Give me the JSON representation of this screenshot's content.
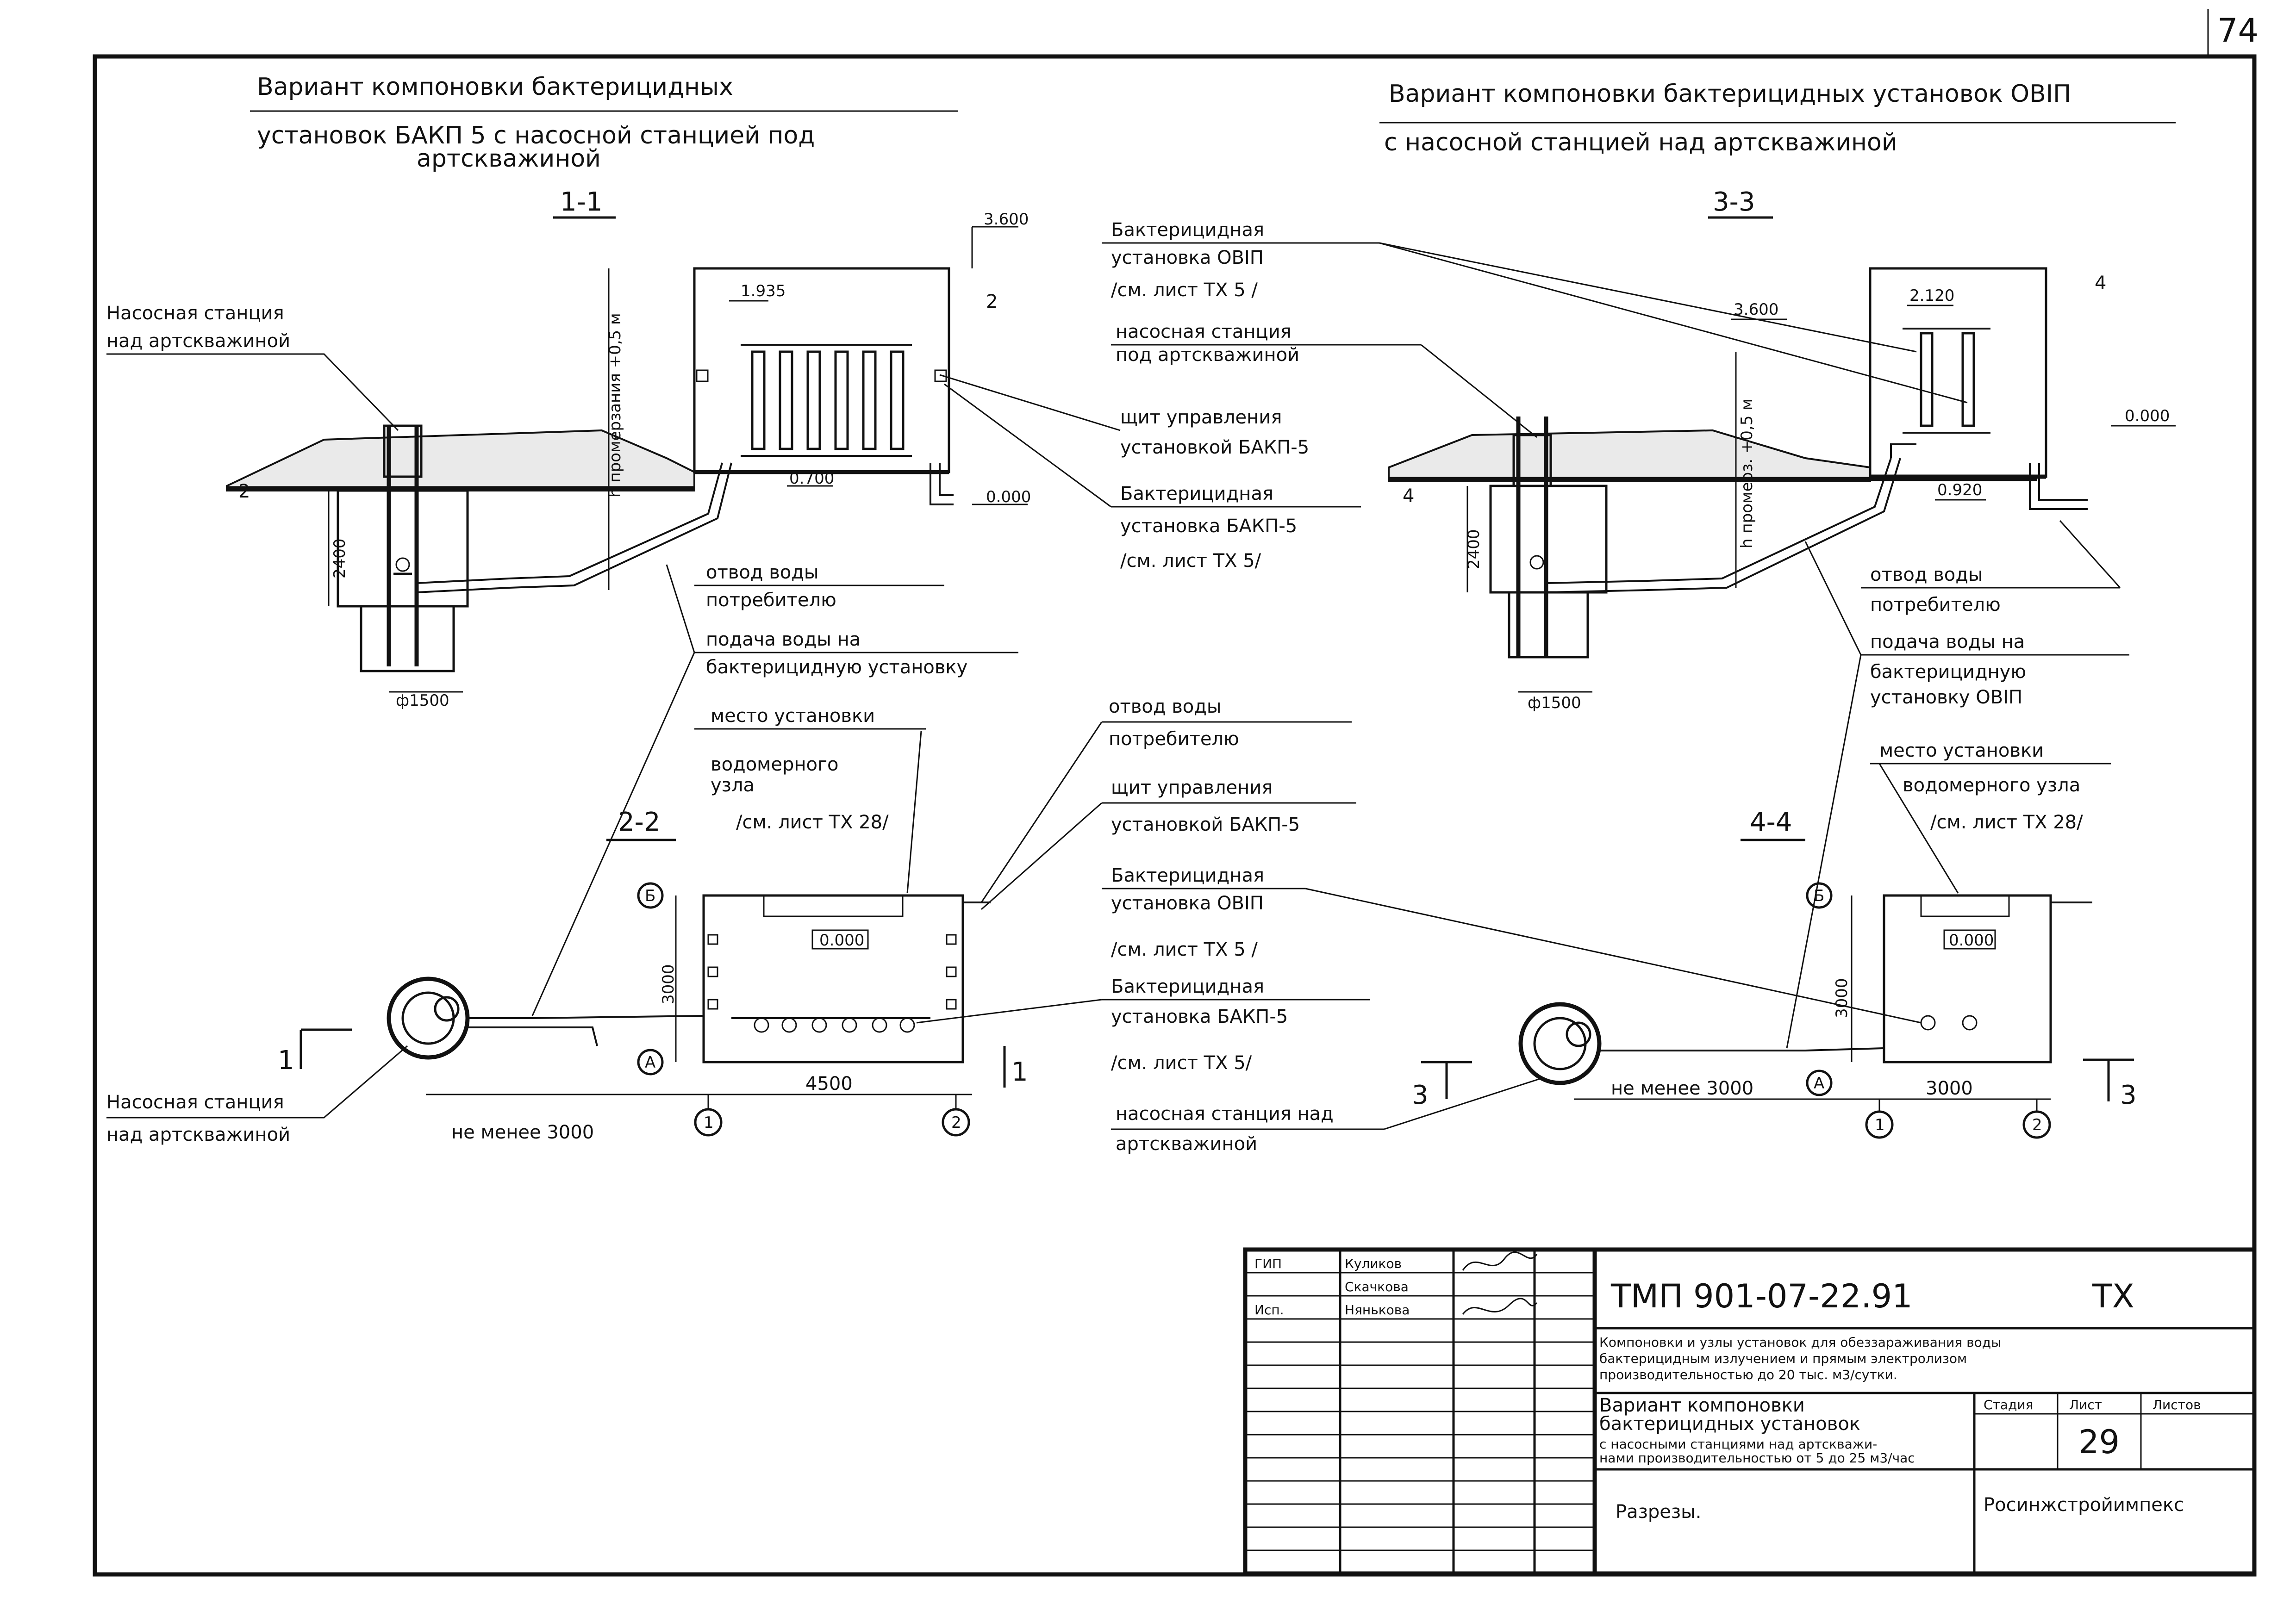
{
  "sheet_corner": "74",
  "left": {
    "title_1": "Вариант компоновки бактерицидных",
    "title_2": "установок БАКП 5 с насосной станцией под",
    "title_3": "артскважиной",
    "section_a": "1-1",
    "section_b": "2-2",
    "labels": {
      "pump_station_a": "Насосная станция",
      "pump_station_b": "над артскважиной",
      "panel_a": "щит управления",
      "panel_b": "установкой БАКП-5",
      "unit_a": "Бактерицидная",
      "unit_b": "установка БАКП-5",
      "unit_c": "/см. лист ТХ 5/",
      "unit_ovip_a": "Бактерицидная",
      "unit_ovip_b": "установка ОВІП",
      "unit_ovip_c": "/см. лист ТХ 5 /",
      "pump_top_a": "насосная станция",
      "pump_top_b": "под артскважиной",
      "water_out_a": "отвод воды",
      "water_out_b": "потребителю",
      "water_in_a": "подача воды на",
      "water_in_b": "бактерицидную установку",
      "meter_a": "место установки",
      "meter_b": "водомерного",
      "meter_c": "узла",
      "meter_d": "/см. лист ТХ 28/",
      "plan_out_a": "отвод воды",
      "plan_out_b": "потребителю",
      "plan_panel_a": "щит управления",
      "plan_panel_b": "установкой БАКП-5",
      "plan_ovip_a": "Бактерицидная",
      "plan_ovip_b": "установка ОВІП",
      "plan_ovip_c": "/см. лист ТХ 5 /",
      "plan_bakp_a": "Бактерицидная",
      "plan_bakp_b": "установка БАКП-5",
      "plan_bakp_c": "/см. лист ТХ 5/",
      "plan_pump_a": "насосная станция над",
      "plan_pump_b": "артскважиной",
      "plan_pump_left_a": "Насосная станция",
      "plan_pump_left_b": "над артскважиной"
    },
    "dims": {
      "elev_top": "3.600",
      "elev_unit": "1.935",
      "elev_floor": "0.700",
      "elev_zero": "0.000",
      "depth": "h промерзания +0,5 м",
      "well_h": "2400",
      "well_d": "ф1500",
      "plan_w": "4500",
      "plan_h": "3000",
      "plan_room": "0.000",
      "min_dist": "не менее 3000",
      "mark_2": "2",
      "mark_2b": "2",
      "cut_1l": "1",
      "cut_1r": "1"
    },
    "axes": {
      "a": "А",
      "b": "Б",
      "n1": "1",
      "n2": "2"
    }
  },
  "right": {
    "title_1": "Вариант компоновки бактерицидных установок ОВІП",
    "title_2": "с насосной станцией над артскважиной",
    "section_a": "3-3",
    "section_b": "4-4",
    "labels": {
      "water_out_a": "отвод воды",
      "water_out_b": "потребителю",
      "water_in_a": "подача воды на",
      "water_in_b": "бактерицидную",
      "water_in_c": "установку ОВІП",
      "meter_a": "место установки",
      "meter_b": "водомерного узла",
      "meter_c": "/см. лист ТХ 28/"
    },
    "dims": {
      "elev_top": "3.600",
      "elev_unit": "2.120",
      "elev_zero": "0.000",
      "elev_pipe": "0.920",
      "depth": "h промерз. +0,5 м",
      "well_h": "2400",
      "well_d": "ф1500",
      "plan_w": "3000",
      "plan_h": "3000",
      "plan_room": "0.000",
      "min_dist": "не менее 3000",
      "mark_4l": "4",
      "mark_4r": "4",
      "cut_3l": "3",
      "cut_3r": "3"
    },
    "axes": {
      "a": "А",
      "b": "Б",
      "n1": "1",
      "n2": "2"
    }
  },
  "stamp": {
    "r1_role": "ГИП",
    "r1_name": "Куликов",
    "r2_name": "Скачкова",
    "r3_role": "Исп.",
    "r3_name": "Нянькова",
    "code": "ТМП 901-07-22.91",
    "code_suffix": "ТХ",
    "desc_1": "Компоновки и узлы установок для обеззараживания воды",
    "desc_2": "бактерицидным излучением и прямым электролизом",
    "desc_3": "производительностью до 20 тыс. м3/сутки.",
    "sheet_1": "Вариант компоновки",
    "sheet_2": "бактерицидных установок",
    "sheet_3": "с насосными станциями над артскважи-",
    "sheet_4": "нами производительностью от 5 до 25 м3/час",
    "stage_h": "Стадия",
    "sheet_h": "Лист",
    "sheets_h": "Листов",
    "sheet_no": "29",
    "bottom": "Разрезы.",
    "org": "Росинжстройимпекс"
  }
}
